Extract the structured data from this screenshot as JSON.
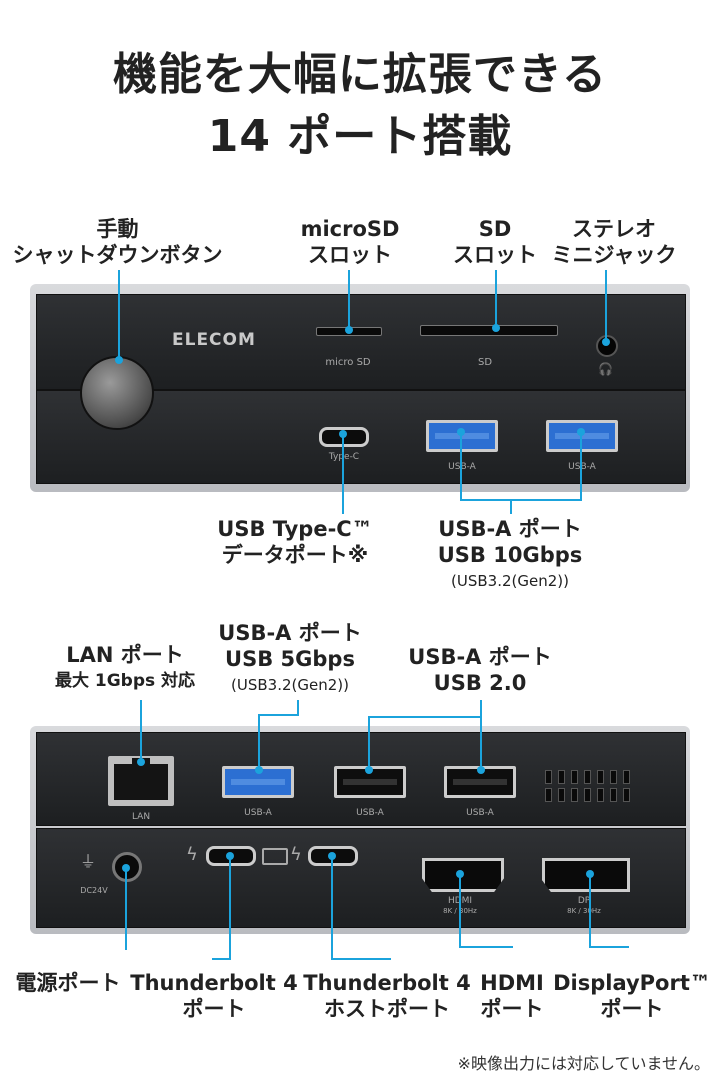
{
  "headline": {
    "line1": "機能を大幅に拡張できる",
    "line2": "14 ポート搭載"
  },
  "front": {
    "brand": "ELECOM",
    "labels": {
      "shutdown": [
        "手動",
        "シャットダウンボタン"
      ],
      "microsd": [
        "microSD",
        "スロット"
      ],
      "sd": [
        "SD",
        "スロット"
      ],
      "audio": [
        "ステレオ",
        "ミニジャック"
      ],
      "typec": [
        "USB Type-C™",
        "データポート※"
      ],
      "usba": [
        "USB-A ポート",
        "USB 10Gbps",
        "(USB3.2(Gen2))"
      ]
    },
    "port_text": {
      "microsd": "micro SD",
      "sd": "SD",
      "typec": "Type-C",
      "usba1": "USB-A",
      "usba2": "USB-A"
    }
  },
  "back": {
    "labels": {
      "lan": [
        "LAN ポート",
        "最大 1Gbps 対応"
      ],
      "usba5": [
        "USB-A ポート",
        "USB 5Gbps",
        "(USB3.2(Gen2))"
      ],
      "usb20": [
        "USB-A ポート",
        "USB 2.0"
      ],
      "power": [
        "電源ポート"
      ],
      "tb4": [
        "Thunderbolt 4",
        "ポート"
      ],
      "tb4host": [
        "Thunderbolt 4",
        "ホストポート"
      ],
      "hdmi": [
        "HDMI",
        "ポート"
      ],
      "dp": [
        "DisplayPort™",
        "ポート"
      ]
    },
    "port_text": {
      "lan": "LAN",
      "usba1": "USB-A",
      "usba2": "USB-A",
      "usba3": "USB-A",
      "dc": "DC24V",
      "hdmi": "HDMI",
      "hdmi_sub": "8K / 30Hz",
      "dp": "DP",
      "dp_sub": "8K / 30Hz"
    }
  },
  "footnote": "※映像出力には対応していません。",
  "colors": {
    "accent": "#1ba3dc",
    "usb3": "#2c6fd2"
  }
}
